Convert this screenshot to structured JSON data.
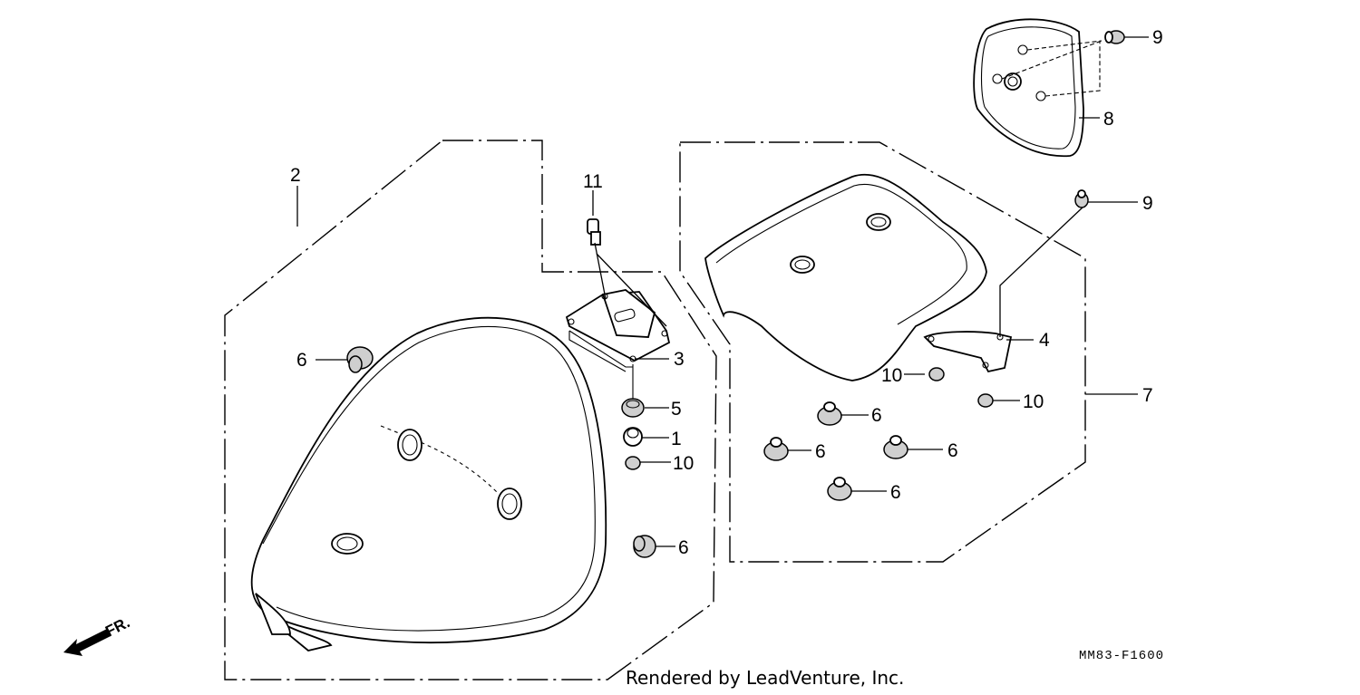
{
  "diagram": {
    "code": "MM83-F1600",
    "credit": "Rendered by LeadVenture, Inc.",
    "direction": "FR."
  },
  "callouts": {
    "c1": "1",
    "c2": "2",
    "c3": "3",
    "c4": "4",
    "c5": "5",
    "c6a": "6",
    "c6b": "6",
    "c6c": "6",
    "c6d": "6",
    "c6e": "6",
    "c6f": "6",
    "c7": "7",
    "c8": "8",
    "c9a": "9",
    "c9b": "9",
    "c10a": "10",
    "c10b": "10",
    "c10c": "10",
    "c11": "11"
  },
  "icons": {
    "front_arrow": "front-direction-arrow-icon"
  }
}
